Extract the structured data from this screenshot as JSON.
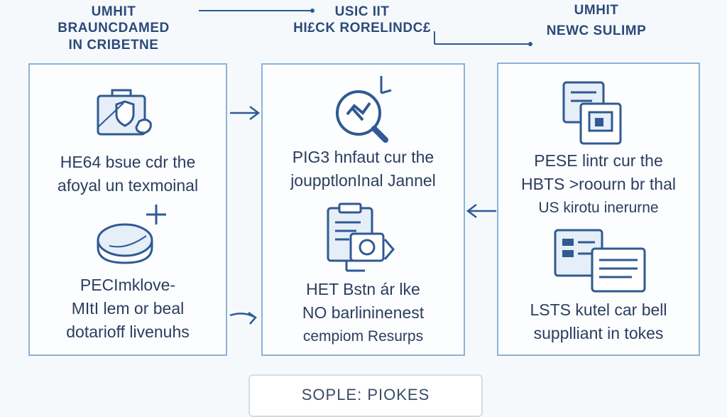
{
  "headers": {
    "left": {
      "top": "UMHIT",
      "lines": [
        "BRAUNCDAMED",
        "IN CRIBETNE"
      ]
    },
    "center": {
      "top": "USIC IIT",
      "lines": [
        "HI£CK RORELINDC£"
      ]
    },
    "right": {
      "top": "UMHIT",
      "lines": [
        "NEWC SULIMP"
      ]
    }
  },
  "panels": {
    "left": {
      "text1": [
        "HE64 bsue cdr the",
        "afoyal un texmoinal"
      ],
      "text2": [
        "PECImklove-",
        "MItI lem or beal",
        "dotarioff livenuhs"
      ]
    },
    "center": {
      "text1": [
        "PIG3 hnfaut cur the",
        "joupptlonInal Jannel"
      ],
      "text2": [
        "HET Bstn ár lke",
        "NO barlininenest",
        "cempiom Resurps"
      ]
    },
    "right": {
      "text1": [
        "PESE lintr cur the",
        "HBTS >roourn br thal",
        "US kirotu inerurne"
      ],
      "text2": [
        "LSTS kutel car bell",
        "supplliant in tokes"
      ]
    }
  },
  "footer": {
    "label": "SOPLE: PIOKES"
  },
  "icons": {
    "left_top": "suitcase-shield-icon",
    "left_bottom": "disk-icon",
    "center_top": "search-magnifier-icon",
    "center_bottom": "clipboard-camera-icon",
    "right_top": "document-stack-icon",
    "right_bottom": "folder-list-icon"
  },
  "colors": {
    "accent": "#2f5a93",
    "border": "#8ab3d8",
    "background": "#f6f9fc"
  }
}
